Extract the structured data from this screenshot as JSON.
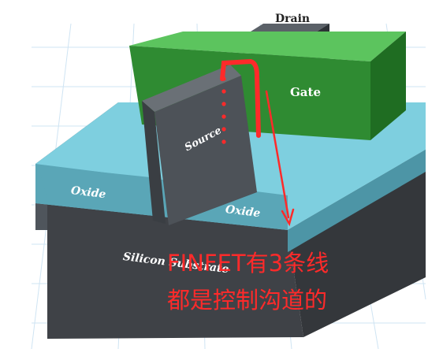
{
  "labels": {
    "drain": "Drain",
    "gate": "Gate",
    "source": "Source",
    "oxide_left": "Oxide",
    "oxide_right": "Oxide",
    "substrate": "Silicon Substrate"
  },
  "annotation": {
    "line1": "FINFET有3条线",
    "line2": "都是控制沟道的"
  },
  "colors": {
    "substrate_front": "#3f4247",
    "substrate_top": "#4f555c",
    "oxide_front": "#5aa6b7",
    "oxide_top": "#7ecfdf",
    "gate_front": "#2f8b32",
    "gate_top": "#5cc45e",
    "fin_front": "#4d5258",
    "fin_top": "#6a7076",
    "annotation_red": "#ff2a2a",
    "grid": "#cfe4f3"
  }
}
